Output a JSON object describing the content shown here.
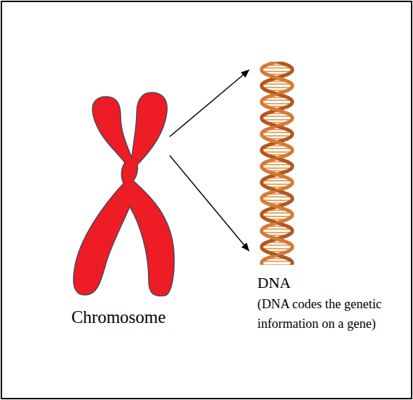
{
  "diagram": {
    "nodes": [
      {
        "text": [
          "Chromosome"
        ]
      },
      {
        "text": [
          "DNA",
          "(DNA codes the genetic information on a gene)"
        ]
      }
    ],
    "edges": [
      {
        "from": 0,
        "to": 1,
        "arrow": "to"
      },
      {
        "from": 0,
        "to": 1,
        "arrow": "to"
      }
    ]
  }
}
